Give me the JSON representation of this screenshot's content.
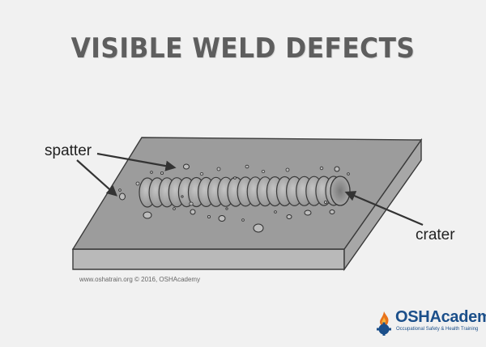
{
  "title": "VISIBLE WELD DEFECTS",
  "labels": {
    "spatter": "spatter",
    "crater": "crater"
  },
  "copyright": "www.oshatrain.org © 2016, OSHAcademy",
  "logo": {
    "name": "OSHAcademy",
    "tagline": "Occupational Safety & Health Training"
  },
  "colors": {
    "plate_top": "#9a9a9a",
    "plate_edge": "#b9b9b9",
    "bead": "#a8a8a8",
    "outline": "#3a3a3a",
    "title": "#5e5e5e",
    "brand": "#1b4f8a",
    "flame": "#e8731c"
  }
}
